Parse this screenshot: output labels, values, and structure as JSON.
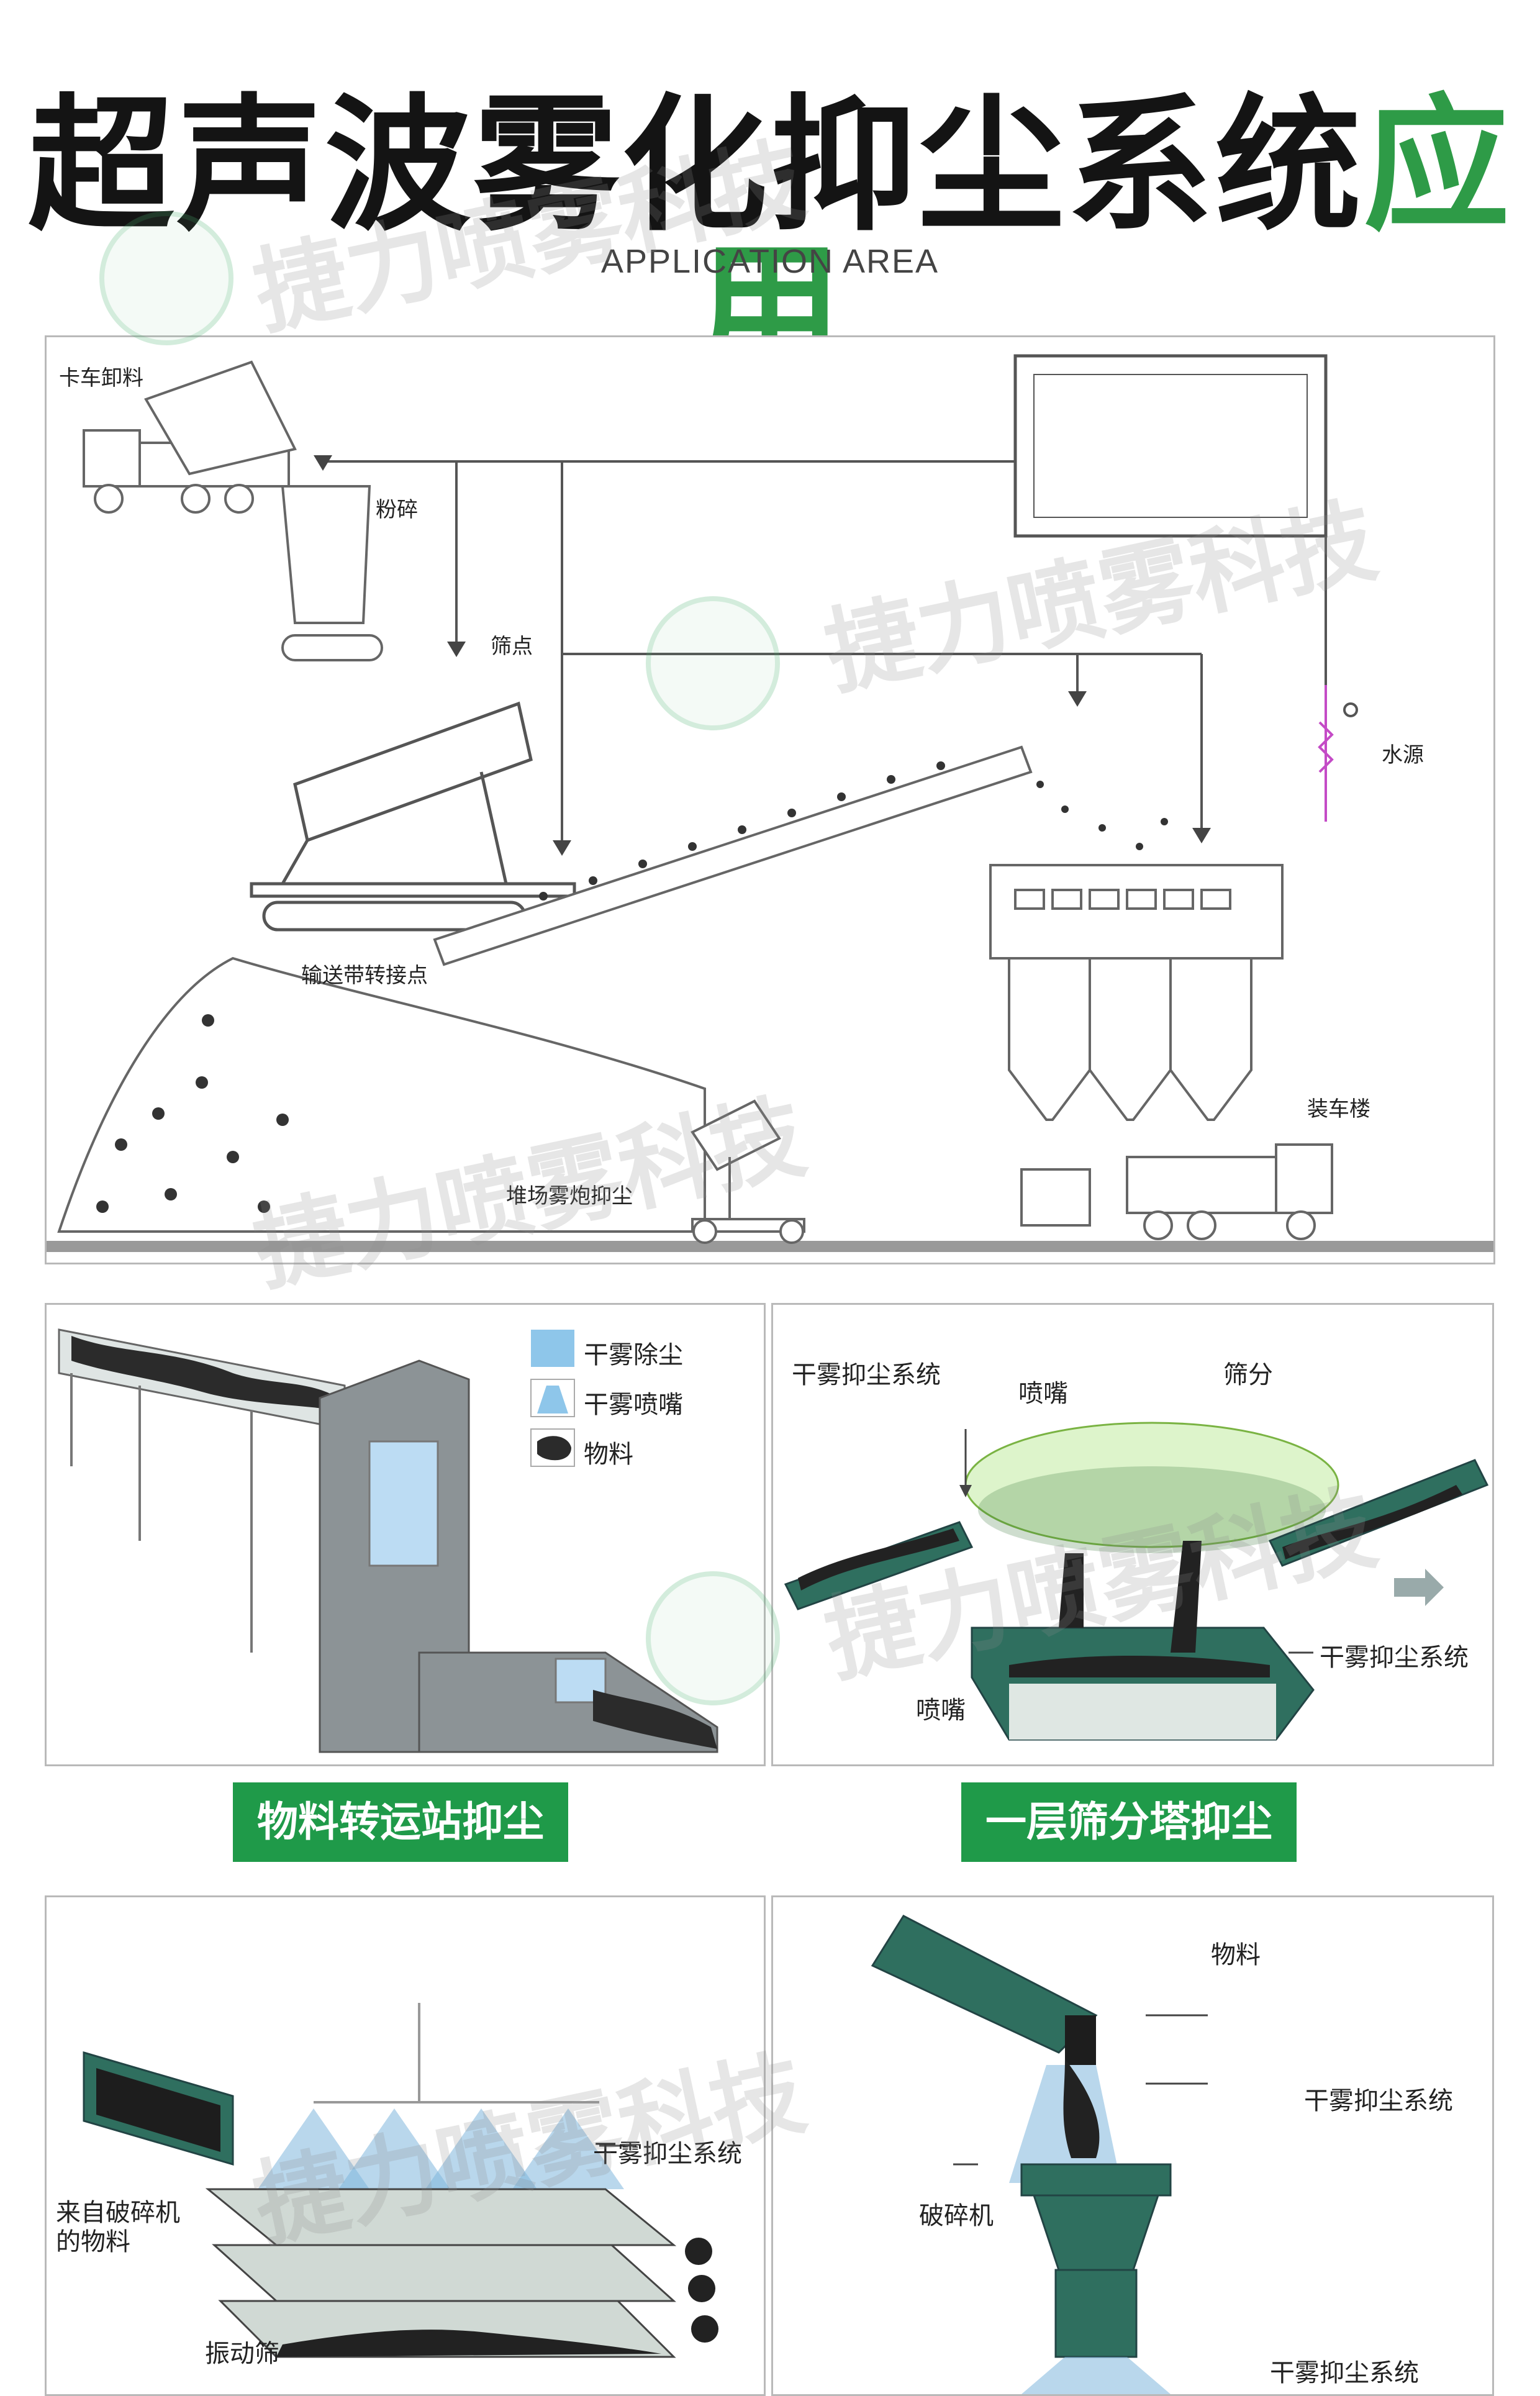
{
  "header": {
    "title_black": "超声波雾化抑尘系统",
    "title_green": "应用",
    "subtitle": "APPLICATION AREA"
  },
  "watermark": {
    "text": "捷力喷雾科技"
  },
  "diagram_main": {
    "labels": {
      "truck_unload": "卡车卸料",
      "crush": "粉碎",
      "screen_point": "筛点",
      "water_source": "水源",
      "conveyor_transfer": "输送带转接点",
      "loading_building": "装车楼",
      "stockpile_fog_cannon": "堆场雾炮抑尘"
    }
  },
  "panel_transfer": {
    "legend": {
      "dry_fog_dust": "干雾除尘",
      "dry_fog_nozzle": "干雾喷嘴",
      "material": "物料"
    },
    "banner": "物料转运站抑尘"
  },
  "panel_screen_tower": {
    "labels": {
      "system_top": "干雾抑尘系统",
      "nozzle_top": "喷嘴",
      "screening": "筛分",
      "system_bottom": "干雾抑尘系统",
      "nozzle_bottom": "喷嘴"
    },
    "banner": "一层筛分塔抑尘"
  },
  "panel_vibrating_screen": {
    "labels": {
      "system": "干雾抑尘系统",
      "from_crusher_line1": "来自破碎机",
      "from_crusher_line2": "的物料",
      "vibrating_screen": "振动筛"
    }
  },
  "panel_crusher": {
    "labels": {
      "material": "物料",
      "system_top": "干雾抑尘系统",
      "crusher": "破碎机",
      "system_bottom": "干雾抑尘系统"
    }
  },
  "colors": {
    "brand_green": "#1f9a49",
    "title_green": "#2e9b47",
    "equipment_green": "#2f6f5f",
    "fog_blue": "#7fb6dd"
  }
}
